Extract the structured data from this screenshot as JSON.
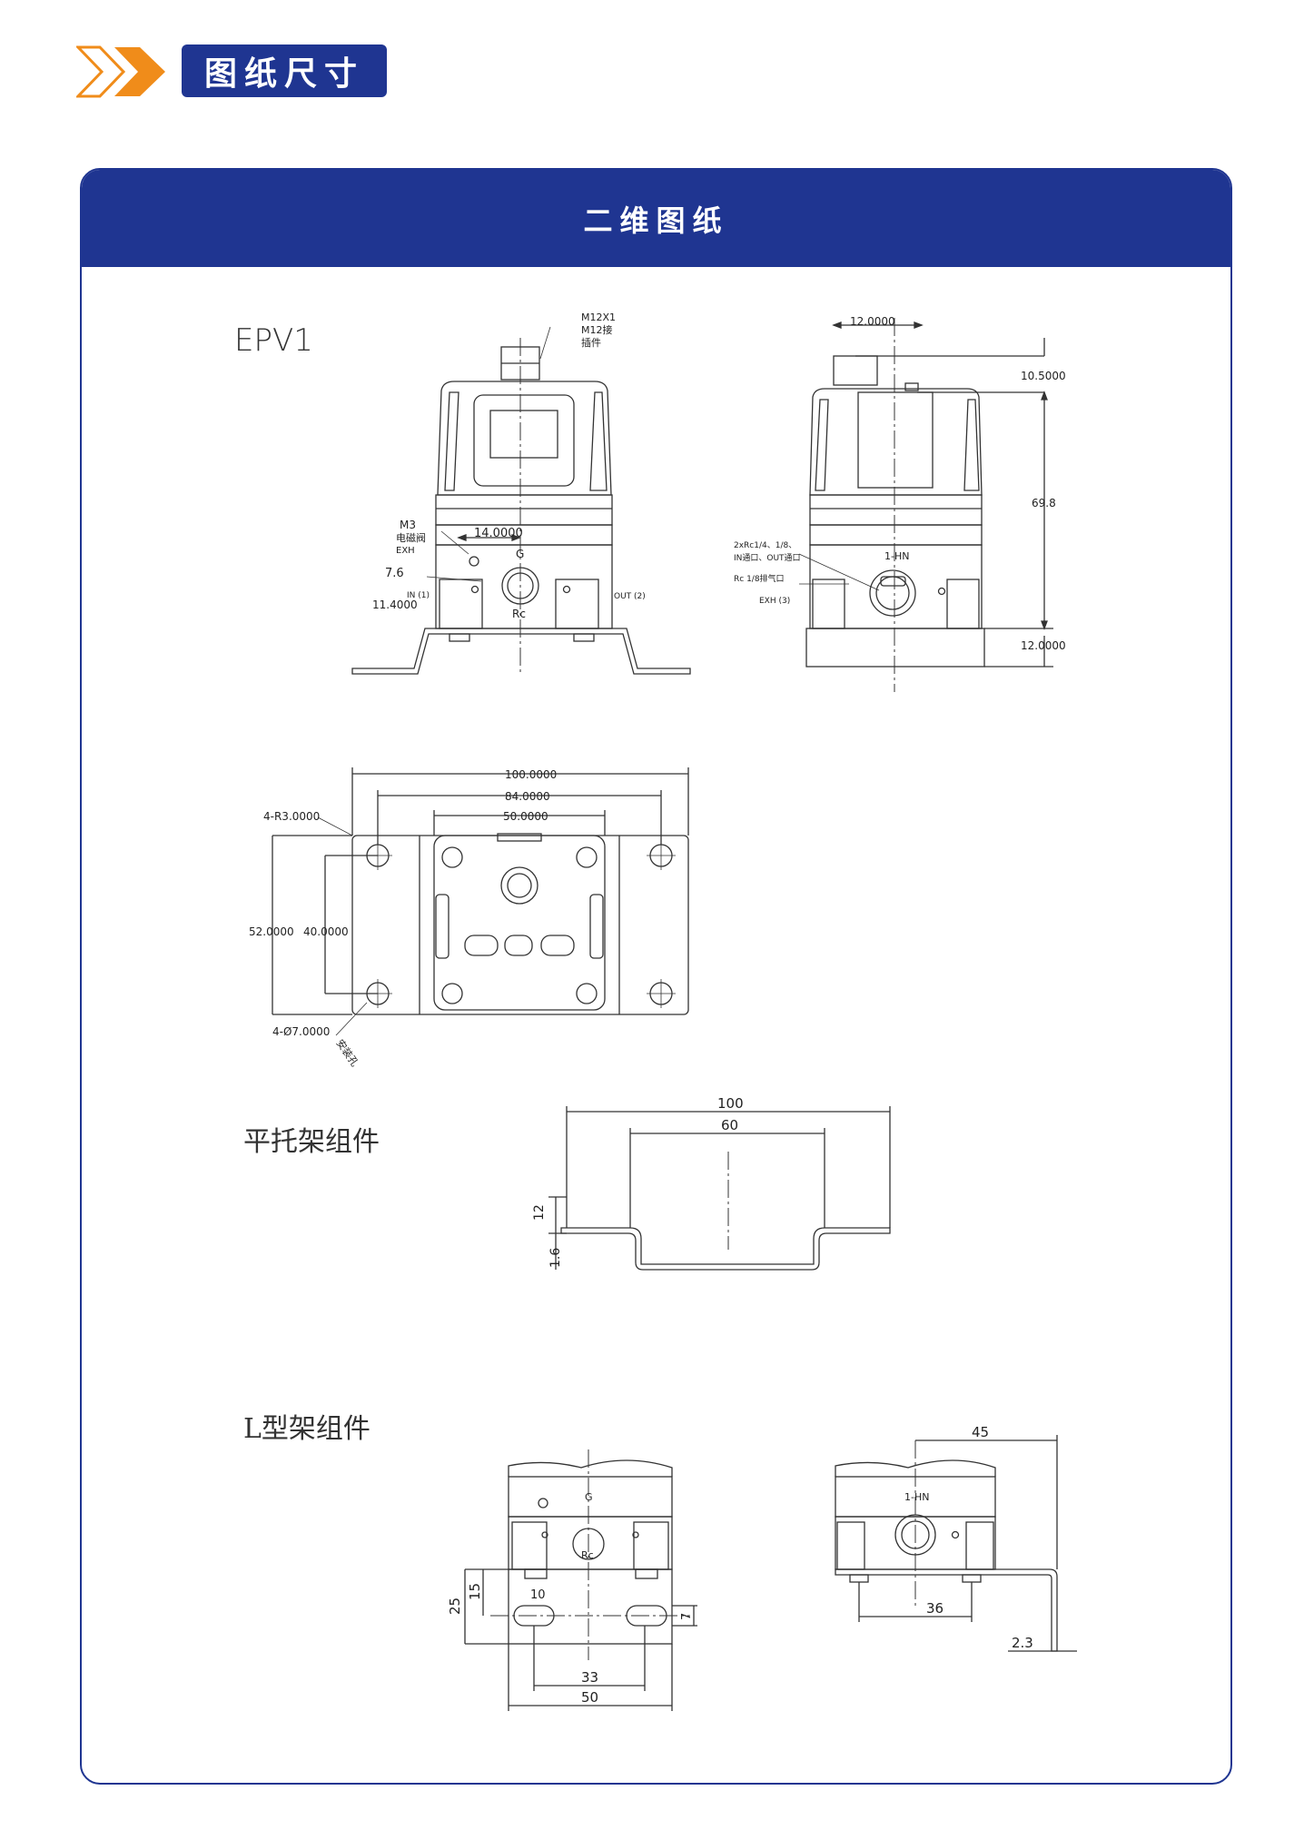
{
  "header": {
    "title": "图纸尺寸",
    "accent": "#f08c1a",
    "brand": "#1f3591"
  },
  "panel": {
    "title": "二维图纸"
  },
  "labels": {
    "epv": "EPV1",
    "flat": "平托架组件",
    "l": "L型架组件"
  },
  "front": {
    "m12a": "M12X1",
    "m12b": "M12接",
    "m12c": "插件",
    "m3": "M3",
    "valve": "电磁阀",
    "exh": "EXH",
    "w14": "14.0000",
    "g": "G",
    "d76": "7.6",
    "in1": "IN (1)",
    "d114": "11.4000",
    "out2": "OUT (2)",
    "rc": "Rc"
  },
  "side": {
    "w12": "12.0000",
    "h105": "10.5000",
    "h698": "69.8",
    "h12": "12.0000",
    "port1": "2xRc1/4、1/8、",
    "port2": "IN通口、OUT通口",
    "port3": "Rc 1/8排气口",
    "exh3": "EXH (3)",
    "hn": "1-HN"
  },
  "top": {
    "w100": "100.0000",
    "w84": "84.0000",
    "w50": "50.0000",
    "r3": "4-R3.0000",
    "h52": "52.0000",
    "h40": "40.0000",
    "d7": "4-Ø7.0000",
    "hole": "安装孔"
  },
  "flat": {
    "d100": "100",
    "d60": "60",
    "d12": "12",
    "d16": "1.6"
  },
  "lbr": {
    "g": "G",
    "rc": "Rc",
    "d25": "25",
    "d15": "15",
    "d10": "10",
    "d7": "7",
    "d33": "33",
    "d50": "50",
    "hn": "1-HN",
    "d45": "45",
    "d36": "36",
    "d23": "2.3"
  }
}
